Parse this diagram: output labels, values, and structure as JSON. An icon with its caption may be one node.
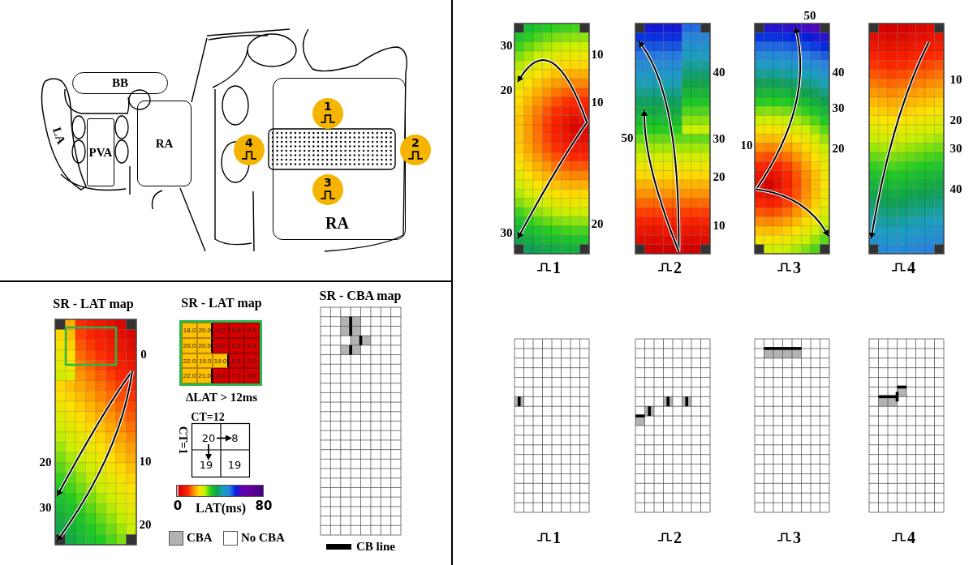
{
  "diagram": {
    "nodes": [
      {
        "text": [
          "BB"
        ]
      },
      {
        "text": [
          "LA"
        ]
      },
      {
        "text": [
          "PVA"
        ]
      },
      {
        "text": [
          "RA"
        ]
      },
      {
        "text": [
          "RA"
        ]
      },
      {
        "text": [
          "1"
        ],
        "in": 4
      },
      {
        "text": [
          "4"
        ]
      },
      {
        "text": [
          "2"
        ]
      },
      {
        "text": [
          "3"
        ],
        "in": 4
      },
      {
        "text": [
          "20"
        ]
      },
      {
        "text": [
          "8"
        ]
      },
      {
        "text": [
          "19"
        ]
      },
      {
        "text": [
          "19"
        ]
      }
    ],
    "edges": [
      {
        "from": 9,
        "to": 10,
        "arrow": "to"
      },
      {
        "from": 9,
        "to": 11,
        "arrow": "to"
      }
    ],
    "labels": [
      "SR - LAT map",
      "0",
      "20",
      "10",
      "30",
      "20",
      "SR - LAT map",
      "18.0",
      "20.0",
      "8.0",
      "5.0",
      "4.0",
      "20.0",
      "20.0",
      "8.0",
      "5.0",
      "4.0",
      "22.0",
      "19.0",
      "19.0",
      "6.0",
      "4.0",
      "22.0",
      "21.0",
      "8.0",
      "7.0",
      "3.0",
      "ΔLAT > 12ms",
      "CT=12",
      "CT=1",
      "0",
      "LAT(ms)",
      "80",
      "SR - CBA map",
      "30",
      "10",
      "20",
      "10",
      "30",
      "20",
      "40",
      "50",
      "30",
      "20",
      "10",
      "50",
      "40",
      "30",
      "10",
      "20",
      "10",
      "20",
      "30",
      "40",
      "1",
      "2",
      "3",
      "4",
      "1",
      "2",
      "3",
      "4"
    ],
    "legend": [
      {
        "text": "CBA",
        "color": "#b3b3b3"
      },
      {
        "text": "No CBA",
        "color": "#ffffff"
      },
      {
        "text": "CB line"
      }
    ]
  }
}
